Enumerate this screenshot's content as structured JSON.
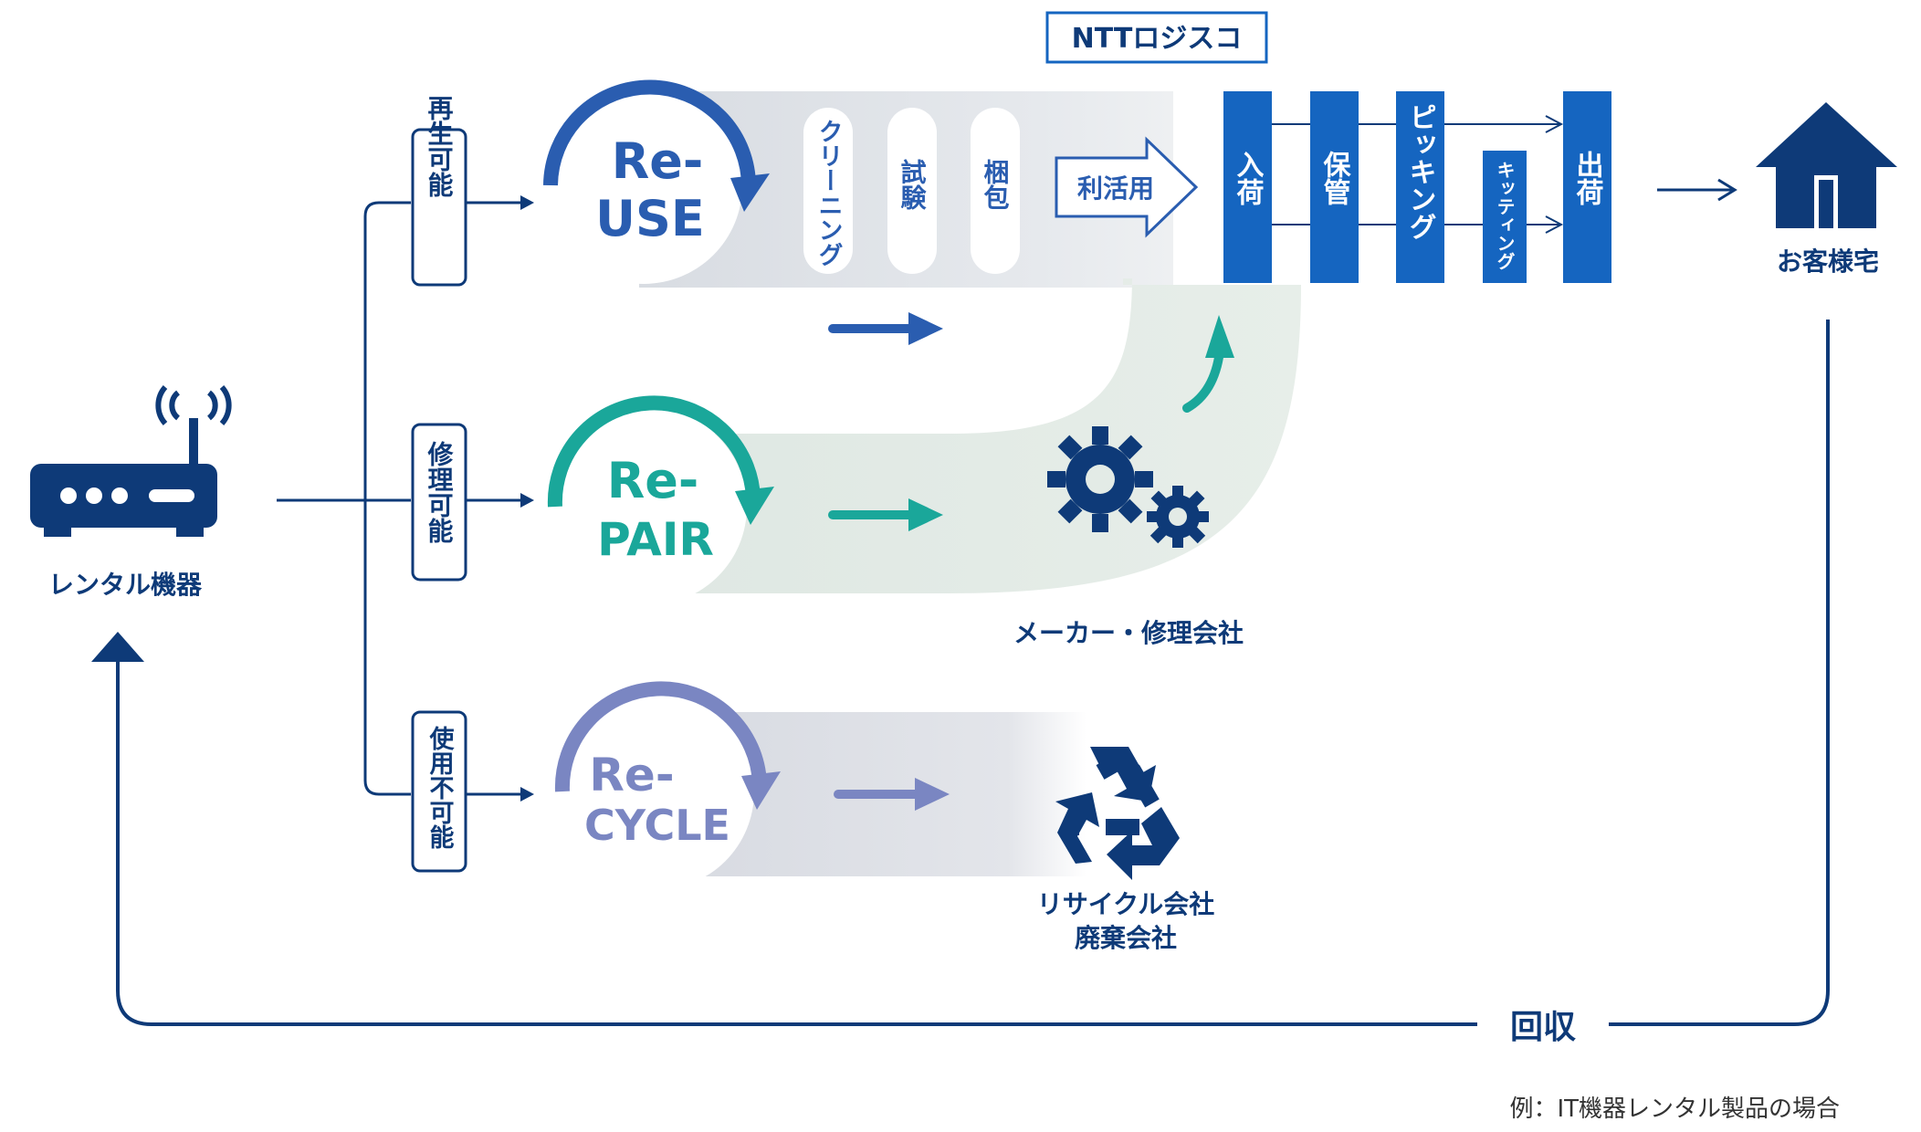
{
  "company_label": "NTTロジスコ",
  "device": {
    "label": "レンタル機器",
    "icon": "router-icon"
  },
  "branches": [
    {
      "condition": "再生可能",
      "title_line1": "Re-",
      "title_line2": "USE",
      "color": "#2a5db0"
    },
    {
      "condition": "修理可能",
      "title_line1": "Re-",
      "title_line2": "PAIR",
      "color": "#1aa79a"
    },
    {
      "condition": "使用不可能",
      "title_line1": "Re-",
      "title_line2": "CYCLE",
      "color": "#7a86c2"
    }
  ],
  "reuse_steps": [
    "クリーニング",
    "試験",
    "梱包"
  ],
  "reuse_arrow_label": "利活用",
  "repair_partner": "メーカー・修理会社",
  "recycle_partner_line1": "リサイクル会社",
  "recycle_partner_line2": "廃棄会社",
  "logistics_steps": [
    "入荷",
    "保管",
    "ピッキング",
    "キッティング",
    "出荷"
  ],
  "customer": {
    "label": "お客様宅",
    "icon": "house-icon"
  },
  "return_label": "回収",
  "footnote": "例：IT機器レンタル製品の場合",
  "colors": {
    "navy": "#0e3a78",
    "box_blue": "#1565c0",
    "reuse": "#2a5db0",
    "repair": "#1aa79a",
    "recycle": "#7a86c2",
    "band_gray": "#e3e6ea",
    "band_green": "#e3ebe6"
  }
}
